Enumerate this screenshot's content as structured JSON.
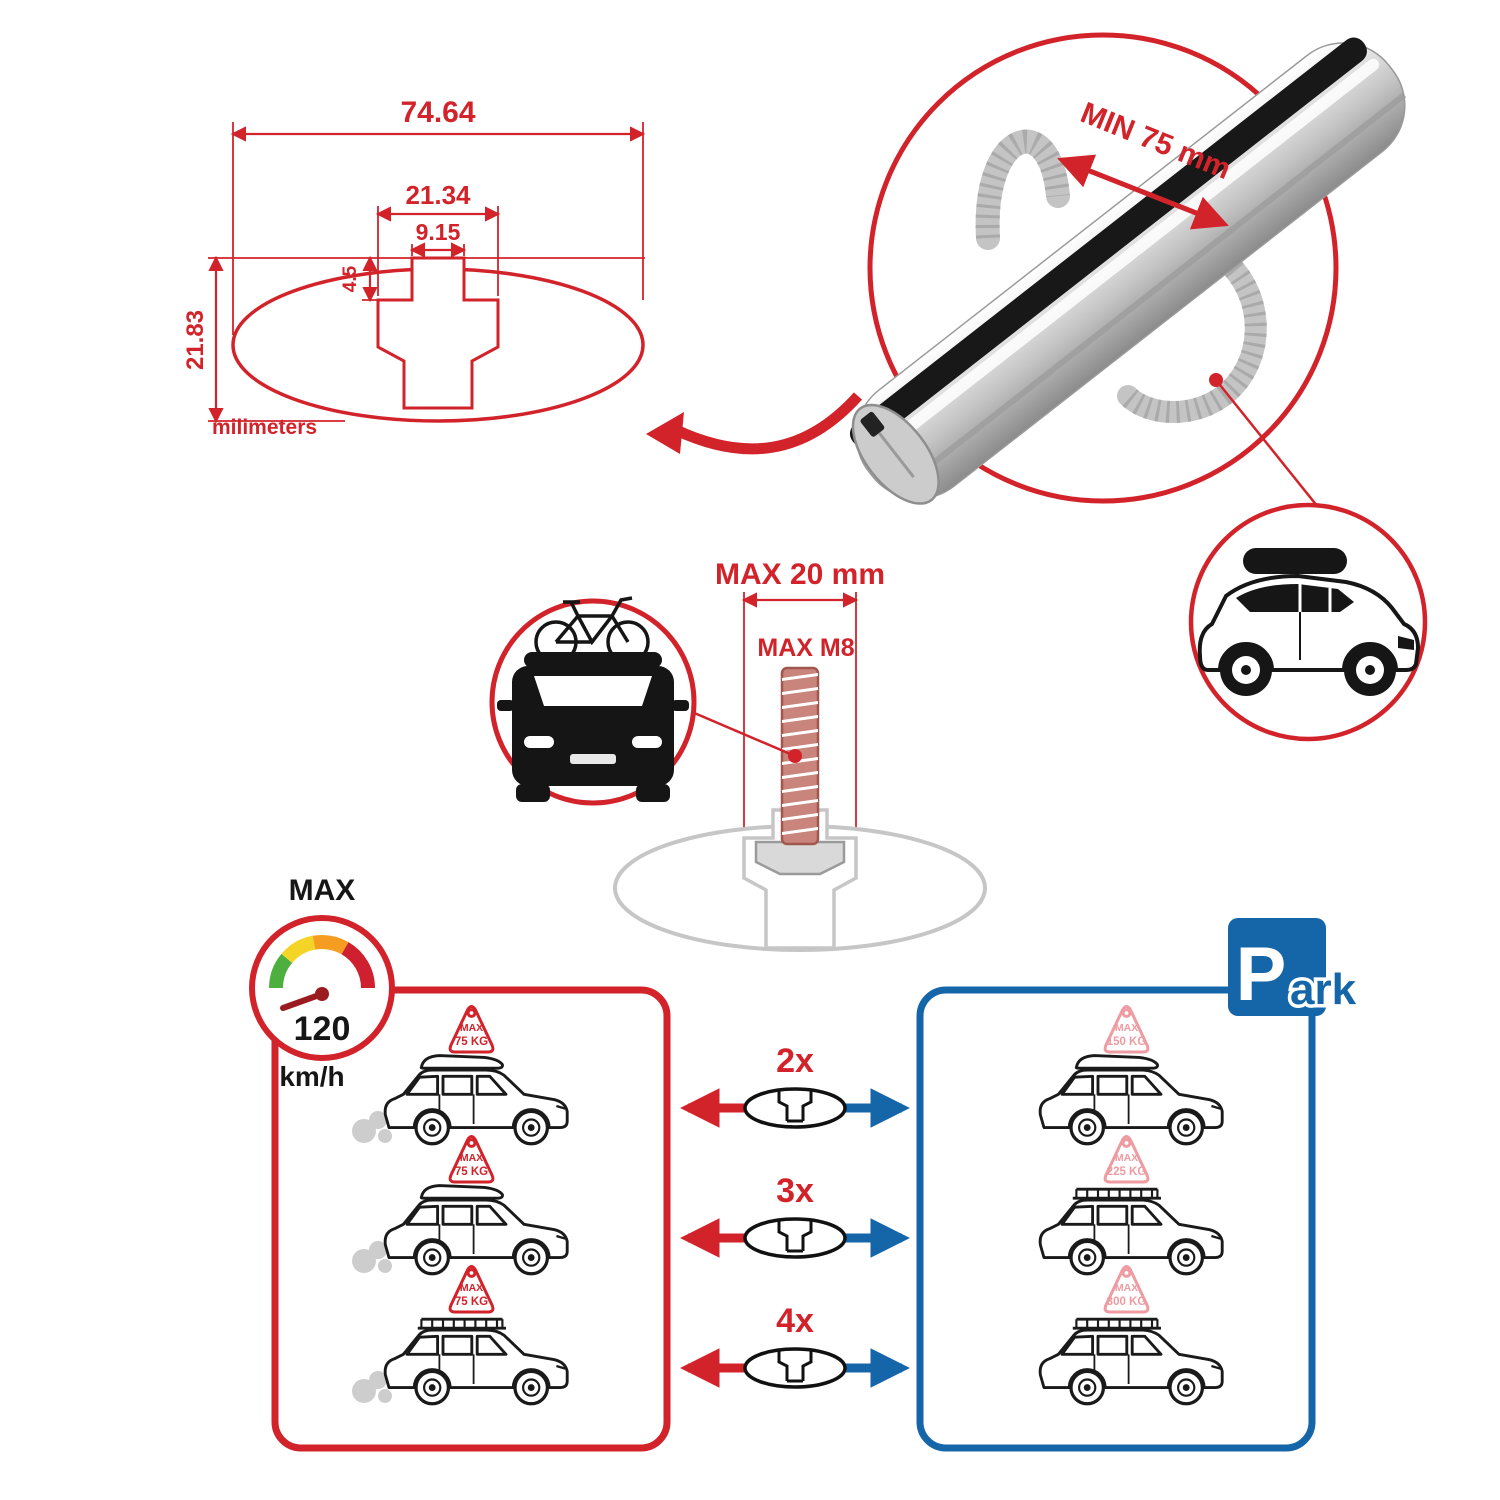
{
  "colors": {
    "red": "#d2232a",
    "blue": "#1566a9",
    "pink": "#ee9ba1",
    "gray": "#c6c6c6"
  },
  "cross_section": {
    "width_total": "74.64",
    "slot_width": "21.34",
    "opening_width": "9.15",
    "lip_height": "4.5",
    "height_total": "21.83",
    "units_label": "milimeters"
  },
  "bar_detail": {
    "min_span_label": "MIN 75 mm"
  },
  "bolt_detail": {
    "max_width_label": "MAX 20 mm",
    "max_thread_label": "MAX M8"
  },
  "speed_limit": {
    "title": "MAX",
    "value": "120",
    "units": "km/h"
  },
  "parking_sign": {
    "p": "P",
    "ark": "ark"
  },
  "comparison": {
    "multipliers": [
      "2x",
      "3x",
      "4x"
    ],
    "left_cars": [
      {
        "label": "MAX",
        "weight": "75 KG"
      },
      {
        "label": "MAX",
        "weight": "75 KG"
      },
      {
        "label": "MAX",
        "weight": "75 KG"
      }
    ],
    "right_cars": [
      {
        "label": "MAX",
        "weight": "150 KG"
      },
      {
        "label": "MAX",
        "weight": "225 KG"
      },
      {
        "label": "MAX",
        "weight": "300 KG"
      }
    ]
  }
}
